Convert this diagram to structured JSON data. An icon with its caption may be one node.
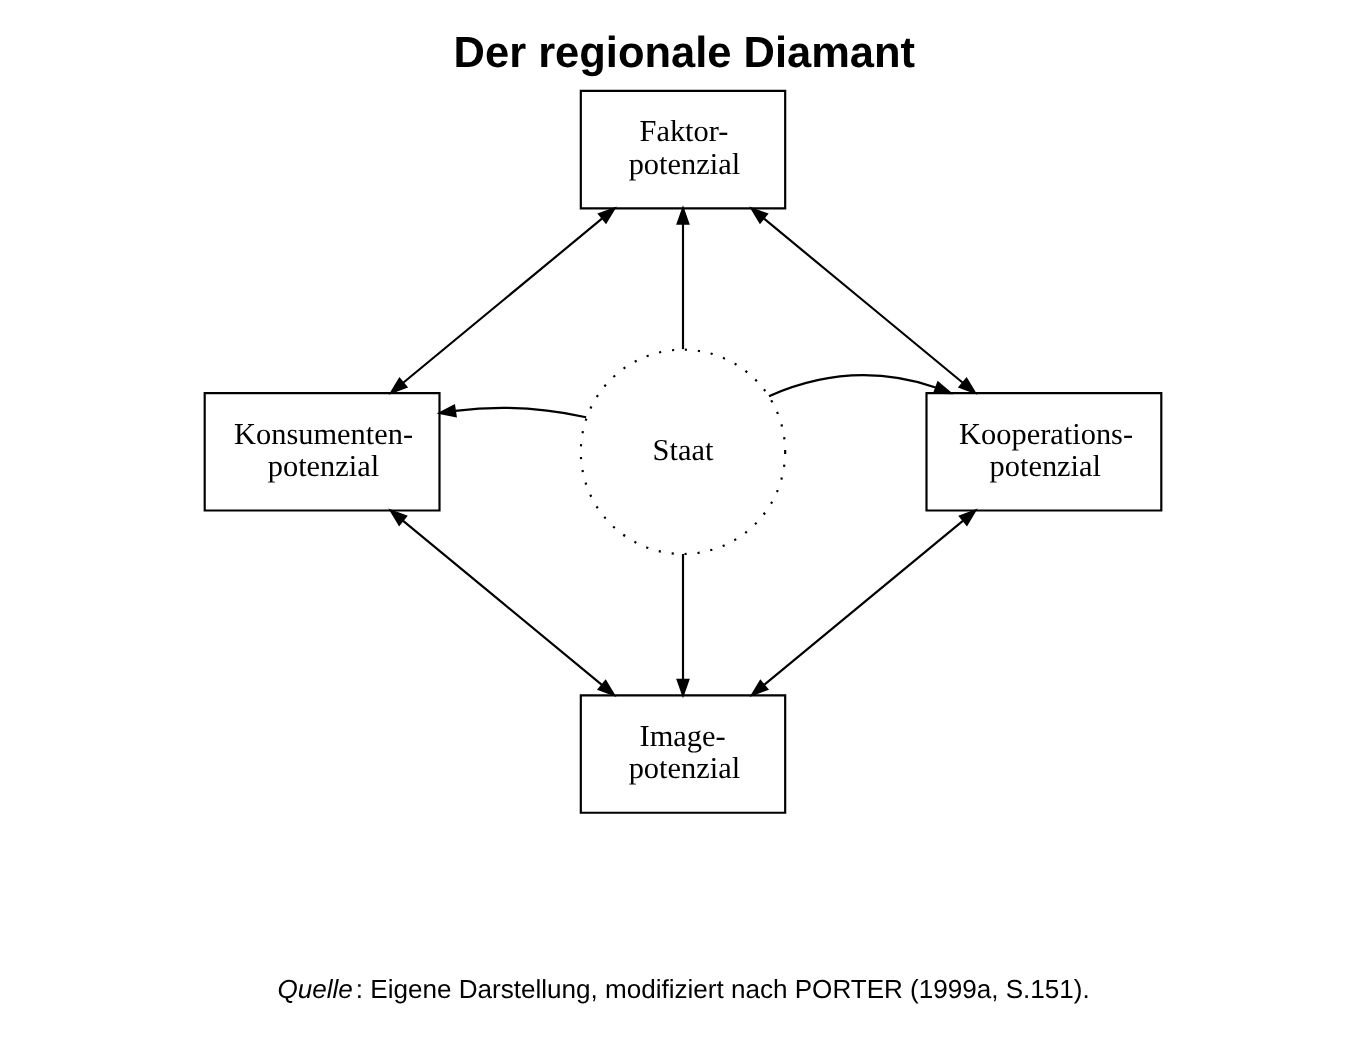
{
  "diagram": {
    "title": "Der regionale Diamant",
    "caption": "*Quelle*: Eigene Darstellung, modifiziert nach PORTER (1999a, S.151).",
    "nodes": [
      {
        "text": [
          "Faktor- potenzial"
        ]
      },
      {
        "text": [
          "Konsumenten- potenzial"
        ]
      },
      {
        "text": [
          "Staat"
        ]
      },
      {
        "text": [
          "Kooperations- potenzial"
        ]
      },
      {
        "text": [
          "Image- potenzial"
        ]
      }
    ],
    "edges": [
      {
        "from": 2,
        "to": 0,
        "arrow": "to"
      },
      {
        "from": 2,
        "to": 1,
        "arrow": "to"
      },
      {
        "from": 2,
        "to": 3,
        "arrow": "to"
      },
      {
        "from": 2,
        "to": 4,
        "arrow": "to"
      },
      {
        "from": 0,
        "to": 1,
        "arrow": "both"
      },
      {
        "from": 0,
        "to": 3,
        "arrow": "both"
      },
      {
        "from": 1,
        "to": 4,
        "arrow": "both"
      },
      {
        "from": 3,
        "to": 4,
        "arrow": "both"
      }
    ]
  }
}
